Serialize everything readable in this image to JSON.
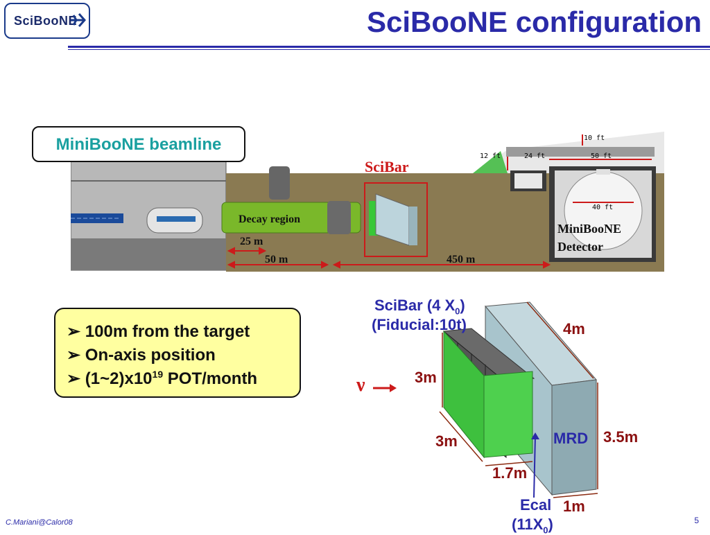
{
  "header": {
    "logo_text": "SciBooNE",
    "title": "SciBooNE configuration"
  },
  "beamline": {
    "label": "MiniBooNE beamline",
    "scibar_label": "SciBar",
    "decay_region": "Decay region",
    "detector_line1": "MiniBooNE",
    "detector_line2": "Detector",
    "dist_25": "25 m",
    "dist_50": "50 m",
    "dist_450": "450 m",
    "ft_10": "10 ft",
    "ft_12": "12 ft",
    "ft_24": "24 ft",
    "ft_50": "50 ft",
    "ft_40": "40 ft"
  },
  "bullets": [
    {
      "text": "100m from the target"
    },
    {
      "text": "On-axis position"
    },
    {
      "base": "(1~2)x10",
      "sup": "19",
      "rest": " POT/month"
    }
  ],
  "detector": {
    "scibar_title_a": "SciBar (4 X",
    "scibar_title_sub": "0",
    "scibar_title_b": ")",
    "fiducial": "(Fiducial:10t)",
    "dim_4m": "4m",
    "dim_3m_a": "3m",
    "dim_3m_b": "3m",
    "dim_17m": "1.7m",
    "dim_35m": "3.5m",
    "dim_1m": "1m",
    "mrd": "MRD",
    "ecal": "Ecal",
    "ecal_sub_a": "(11X",
    "ecal_sub_sub": "0",
    "ecal_sub_b": ")",
    "nu_symbol": "ν"
  },
  "footer": {
    "author": "C.Mariani@Calor08",
    "page": "5"
  },
  "colors": {
    "title_blue": "#2a2aa8",
    "scibar_red": "#cc1a1a",
    "ground": "#8a7a52",
    "decay_green": "#7ab82a",
    "bullet_bg": "#ffffa0",
    "scint_green": "#4ed04e",
    "mrd_blue": "#a8c4cc"
  }
}
